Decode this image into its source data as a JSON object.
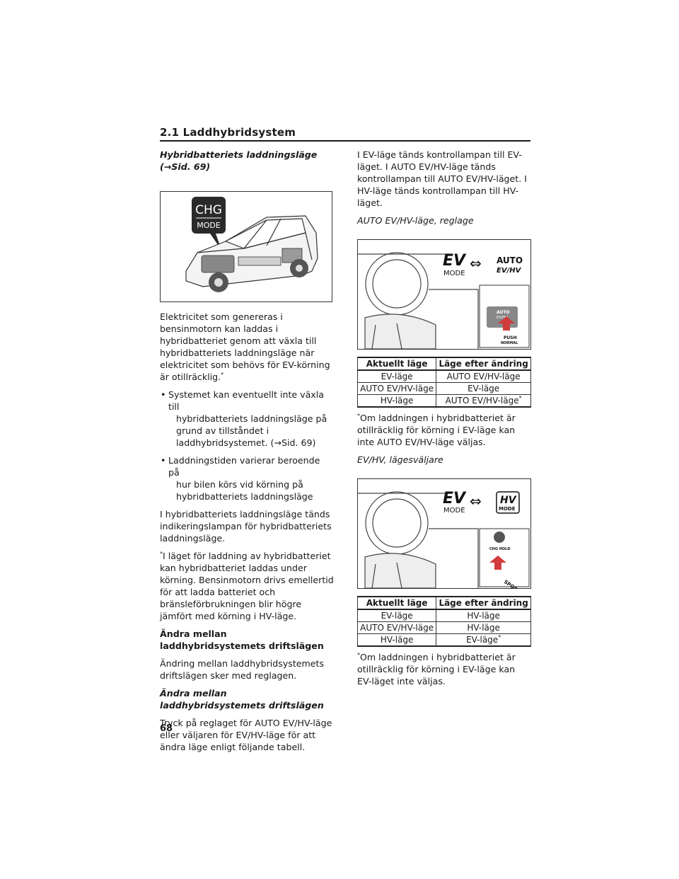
{
  "header": {
    "section": "2.1 Laddhybridsystem"
  },
  "left": {
    "heading1_line1": "Hybridbatteriets laddningsläge",
    "heading1_line2": "(→Sid. 69)",
    "figure_badge_top": "CHG",
    "figure_badge_bottom": "MODE",
    "para1": "Elektricitet som genereras i bensinmotorn kan laddas i hybridbatteriet genom att växla till hybridbatteriets laddningsläge när elektricitet som behövs för EV-körning är otillräcklig.",
    "para1_mark": "*",
    "bullet1_first": "Systemet kan eventuellt inte växla till",
    "bullet1_rest": "hybridbatteriets laddningsläge på grund av tillståndet i laddhybridsystemet. (→Sid. 69)",
    "bullet2_first": "Laddningstiden varierar beroende på",
    "bullet2_rest": "hur bilen körs vid körning på hybridbatteriets laddningsläge",
    "para2": "I hybridbatteriets laddningsläge tänds indikeringslampan för hybridbatteriets laddningsläge.",
    "footnote_mark": "*",
    "footnote": "I läget för laddning av hybridbatteriet kan hybridbatteriet laddas under körning. Bensinmotorn drivs emellertid för att ladda batteriet och bränsleförbrukningen blir högre jämfört med körning i HV-läge.",
    "heading2": "Ändra mellan laddhybridsystemets driftslägen",
    "para3": "Ändring mellan laddhybridsystemets driftslägen sker med reglagen.",
    "heading3": "Ändra mellan laddhybridsystemets driftslägen",
    "para4": "Tryck på reglaget för AUTO EV/HV-läge eller väljaren för EV/HV-läge för att ändra läge enligt följande tabell."
  },
  "right": {
    "intro": "I EV-läge tänds kontrollampan till EV-läget. I AUTO EV/HV-läge tänds kontrollampan till AUTO EV/HV-läget. I HV-läge tänds kontrollampan till HV-läget.",
    "caption1": "AUTO EV/HV-läge, reglage",
    "fig1": {
      "ev": "EV",
      "mode": "MODE",
      "auto": "AUTO",
      "evhv": "EV/HV",
      "btn": "AUTO",
      "btn2": "EV/HV",
      "push": "PUSH",
      "normal": "NORMAL"
    },
    "table1": {
      "headers": [
        "Aktuellt läge",
        "Läge efter ändring"
      ],
      "rows": [
        [
          "EV-läge",
          "AUTO EV/HV-läge",
          ""
        ],
        [
          "AUTO EV/HV-läge",
          "EV-läge",
          ""
        ],
        [
          "HV-läge",
          "AUTO EV/HV-läge",
          "*"
        ]
      ]
    },
    "note1_mark": "*",
    "note1": "Om laddningen i hybridbatteriet är otillräcklig för körning i EV-läge kan inte AUTO EV/HV-läge väljas.",
    "caption2": "EV/HV, lägesväljare",
    "fig2": {
      "ev": "EV",
      "mode": "MODE",
      "hv": "HV",
      "hvmode": "MODE",
      "chg": "CHG HOLD",
      "sport": "SPORT"
    },
    "table2": {
      "headers": [
        "Aktuellt läge",
        "Läge efter ändring"
      ],
      "rows": [
        [
          "EV-läge",
          "HV-läge",
          ""
        ],
        [
          "AUTO EV/HV-läge",
          "HV-läge",
          ""
        ],
        [
          "HV-läge",
          "EV-läge",
          "*"
        ]
      ]
    },
    "note2_mark": "*",
    "note2": "Om laddningen i hybridbatteriet är otillräcklig för körning i EV-läge kan EV-läget inte väljas."
  },
  "footer": {
    "page_number": "68"
  }
}
